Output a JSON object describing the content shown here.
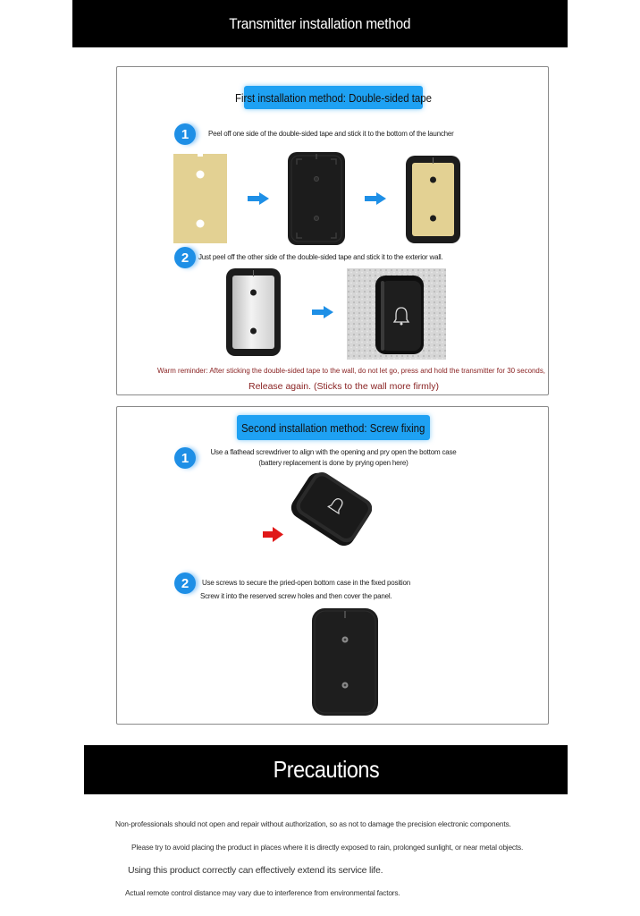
{
  "header": {
    "title": "Transmitter installation method"
  },
  "method1": {
    "title": "First installation method: Double-sided tape",
    "step1": {
      "num": "1",
      "text": "Peel off one side of the double-sided tape and stick it to the bottom of the launcher"
    },
    "step2": {
      "num": "2",
      "text": "Just peel off the other side of the double-sided tape and stick it to the exterior wall."
    },
    "warning_line1": "Warm reminder: After sticking the double-sided tape to the wall, do not let go, press and hold the transmitter for 30 seconds,",
    "warning_line2": "Release again. (Sticks to the wall more firmly)"
  },
  "method2": {
    "title": "Second installation method: Screw fixing",
    "step1": {
      "num": "1",
      "text": "Use a flathead screwdriver to align with the opening and pry open the bottom case (battery replacement is done by prying open here)"
    },
    "step2": {
      "num": "2",
      "text": "Use screws to secure the pried-open bottom case in the fixed position",
      "text2": "Screw it into the reserved screw holes and then cover the panel."
    }
  },
  "precautions": {
    "title": "Precautions",
    "items": [
      "Non-professionals should not open and repair without authorization, so as not to damage the precision electronic components.",
      "Please try to avoid placing the product in places where it is directly exposed to rain, prolonged sunlight, or near metal objects.",
      "Using this product correctly can effectively extend its service life.",
      "Actual remote control distance may vary due to interference from environmental factors."
    ]
  },
  "colors": {
    "accent_blue": "#1ea1f3",
    "warning_red": "#8a2323",
    "tape_yellow": "#e3d193",
    "device_black": "#1c1c1c",
    "red_arrow": "#e01818"
  }
}
